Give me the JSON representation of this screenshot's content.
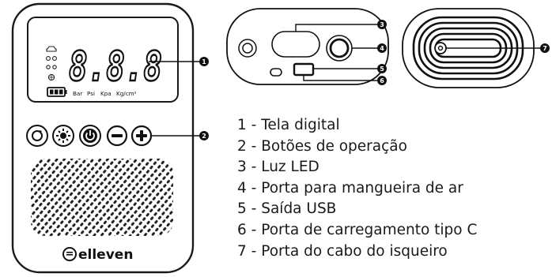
{
  "device": {
    "display_digits": "8.8.8",
    "units": [
      "Bar",
      "Psi",
      "Kpa",
      "Kg/cm²"
    ],
    "brand": "elleven"
  },
  "callouts": [
    "1",
    "2",
    "3",
    "4",
    "5",
    "6",
    "7"
  ],
  "legend": [
    {
      "num": "1",
      "text": "Tela digital"
    },
    {
      "num": "2",
      "text": "Botões de operação"
    },
    {
      "num": "3",
      "text": "Luz LED"
    },
    {
      "num": "4",
      "text": "Porta para mangueira de ar"
    },
    {
      "num": "5",
      "text": "Saída USB"
    },
    {
      "num": "6",
      "text": "Porta de carregamento tipo C"
    },
    {
      "num": "7",
      "text": "Porta do cabo do isqueiro"
    }
  ]
}
